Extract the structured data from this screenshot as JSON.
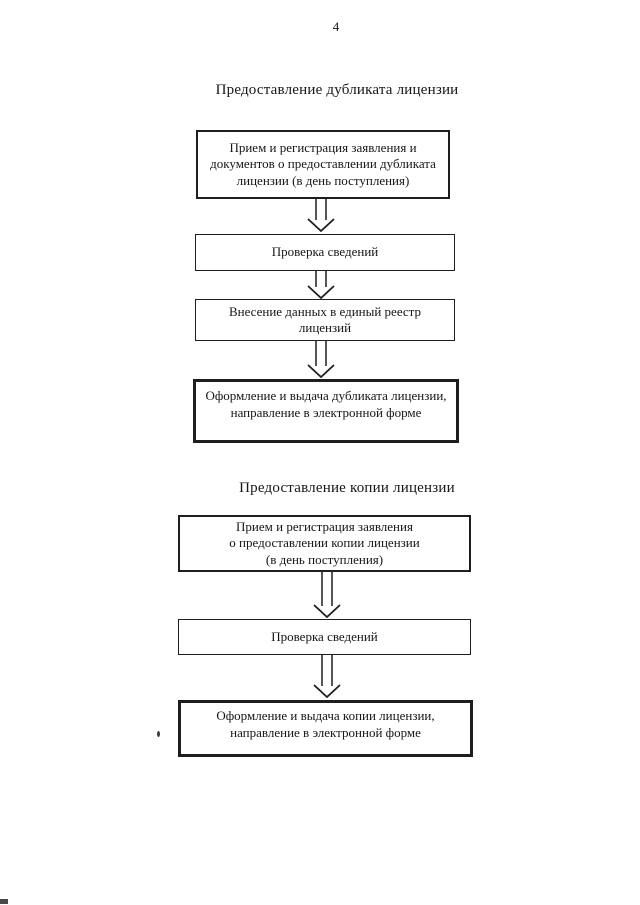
{
  "colors": {
    "ink": "#1e1e1e",
    "paper": "#ffffff"
  },
  "page": {
    "number": "4"
  },
  "sections": [
    {
      "title": "Предоставление дубликата лицензии",
      "steps": [
        "Прием и регистрация заявления и\nдокументов о предоставлении дубликата\nлицензии (в день поступления)",
        "Проверка сведений",
        "Внесение данных в единый реестр\nлицензий",
        "Оформление и выдача дубликата лицензии,\nнаправление в электронной форме"
      ]
    },
    {
      "title": "Предоставление копии лицензии",
      "steps": [
        "Прием и регистрация заявления\nо предоставлении копии лицензии\n(в день поступления)",
        "Проверка сведений",
        "Оформление и выдача копии лицензии,\nнаправление в электронной форме"
      ]
    }
  ]
}
